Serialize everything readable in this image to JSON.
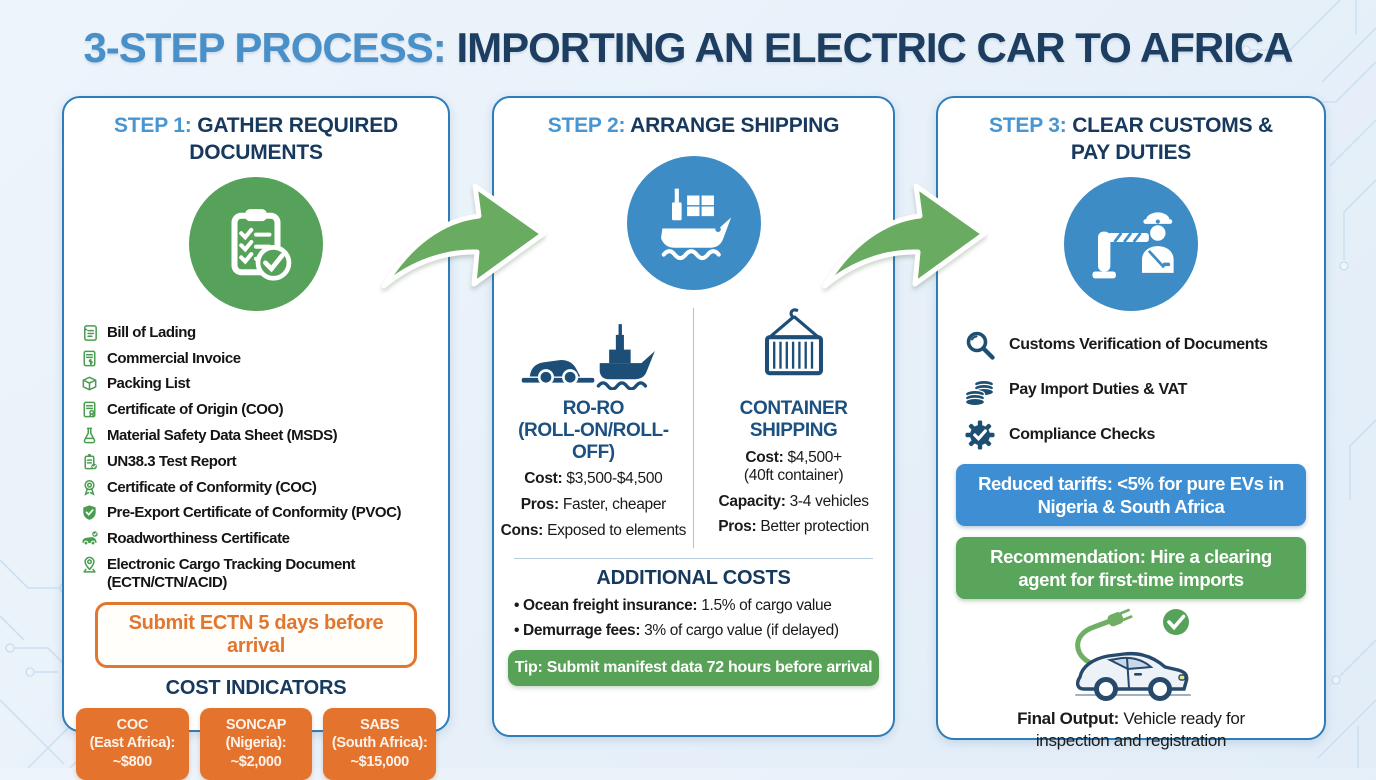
{
  "title": {
    "prefix": "3-STEP PROCESS:",
    "rest": "IMPORTING AN ELECTRIC CAR TO AFRICA"
  },
  "colors": {
    "accent_blue": "#3e8cc6",
    "accent_green": "#57a25b",
    "accent_orange": "#e4732e",
    "navy_text": "#17395d",
    "step_label_blue": "#4796d2",
    "panel_border": "#2e7cb8"
  },
  "step1": {
    "header_prefix": "STEP 1:",
    "header_rest": "GATHER REQUIRED DOCUMENTS",
    "icon": "clipboard-checklist-icon",
    "documents": [
      {
        "icon": "scroll-icon",
        "label": "Bill of Lading"
      },
      {
        "icon": "invoice-icon",
        "label": "Commercial Invoice"
      },
      {
        "icon": "package-box-icon",
        "label": "Packing List"
      },
      {
        "icon": "certificate-icon",
        "label": "Certificate of Origin (COO)"
      },
      {
        "icon": "flask-icon",
        "label": "Material Safety Data Sheet (MSDS)"
      },
      {
        "icon": "battery-check-icon",
        "label": "UN38.3 Test Report"
      },
      {
        "icon": "medal-icon",
        "label": "Certificate of Conformity (COC)"
      },
      {
        "icon": "shield-check-icon",
        "label": "Pre-Export Certificate of Conformity (PVOC)"
      },
      {
        "icon": "car-check-icon",
        "label": "Roadworthiness Certificate"
      },
      {
        "icon": "map-pin-icon",
        "label": "Electronic Cargo Tracking Document (ECTN/CTN/ACID)"
      }
    ],
    "callout": "Submit ECTN 5 days before arrival",
    "cost_indicators_title": "COST INDICATORS",
    "cost_boxes": [
      {
        "line1": "COC",
        "line2": "(East Africa):",
        "line3": "~$800"
      },
      {
        "line1": "SONCAP",
        "line2": "(Nigeria):",
        "line3": "~$2,000"
      },
      {
        "line1": "SABS",
        "line2": "(South Africa):",
        "line3": "~$15,000"
      }
    ]
  },
  "step2": {
    "header_prefix": "STEP 2:",
    "header_rest": "ARRANGE SHIPPING",
    "icon": "cargo-ship-icon",
    "roro": {
      "icon": "car-and-ship-icon",
      "title_line1": "RO-RO",
      "title_line2": "(ROLL-ON/ROLL-OFF)",
      "cost_label": "Cost:",
      "cost": "$3,500-$4,500",
      "pros_label": "Pros:",
      "pros": "Faster, cheaper",
      "cons_label": "Cons:",
      "cons": "Exposed to elements"
    },
    "container": {
      "icon": "container-crane-icon",
      "title_line1": "CONTAINER",
      "title_line2": "SHIPPING",
      "cost_label": "Cost:",
      "cost": "$4,500+",
      "cost_note": "(40ft container)",
      "capacity_label": "Capacity:",
      "capacity": "3-4 vehicles",
      "pros_label": "Pros:",
      "pros": "Better protection"
    },
    "additional_title": "ADDITIONAL COSTS",
    "additional": [
      {
        "bold": "Ocean freight insurance:",
        "rest": "1.5% of cargo value"
      },
      {
        "bold": "Demurrage fees:",
        "rest": "3% of cargo value (if delayed)"
      }
    ],
    "tip_bold": "Tip:",
    "tip_rest": "Submit manifest data 72 hours before arrival"
  },
  "step3": {
    "header_prefix": "STEP 3:",
    "header_rest": "CLEAR CUSTOMS & PAY DUTIES",
    "icon": "customs-officer-barrier-icon",
    "items": [
      {
        "icon": "magnifier-icon",
        "label": "Customs Verification of Documents"
      },
      {
        "icon": "coins-icon",
        "label": "Pay Import Duties & VAT"
      },
      {
        "icon": "gear-check-icon",
        "label": "Compliance Checks"
      }
    ],
    "tariff_bold": "Reduced tariffs:",
    "tariff_rest": "<5% for pure EVs in Nigeria & South Africa",
    "recommendation_bold": "Recommendation:",
    "recommendation_rest": "Hire a clearing agent for first-time imports",
    "final_icon": "electric-car-check-icon",
    "final_bold": "Final Output:",
    "final_rest": "Vehicle ready for inspection and registration"
  },
  "arrows": {
    "icon": "green-swoosh-arrow-icon",
    "color": "#69ab60"
  }
}
